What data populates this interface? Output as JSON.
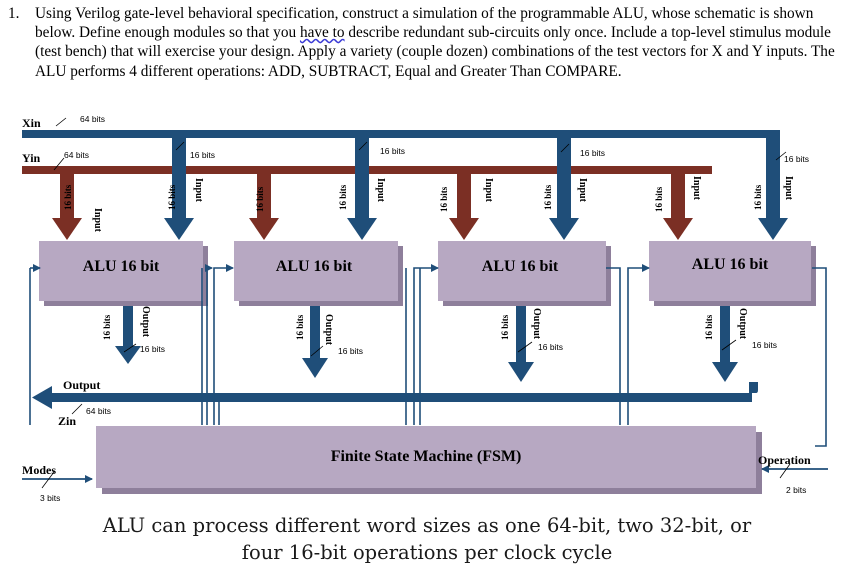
{
  "question": {
    "number": "1.",
    "text_before": "Using Verilog gate-level behavioral specification, construct a simulation of the programmable ALU, whose schematic is shown below. Define enough modules so that you ",
    "underlined": "have to",
    "text_after": " describe redundant sub-circuits only once. Include a top-level stimulus module (test bench) that will exercise your design. Apply a variety (couple dozen) combinations of the test vectors for X and Y inputs. The ALU performs 4 different operations: ADD, SUBTRACT, Equal and Greater Than COMPARE."
  },
  "diagram": {
    "bus_x": "Xin",
    "bus_x_width": "64 bits",
    "bus_y": "Yin",
    "bus_y_width": "64 bits",
    "tap_width": "16 bits",
    "input_label": "Input",
    "alu_label": "ALU 16 bit",
    "output_label": "Output",
    "output_width": "16 bits",
    "bus_output": "Output",
    "bus_zin": "Zin",
    "bus_zin_width": "64 bits",
    "fsm_label": "Finite State Machine (FSM)",
    "modes_label": "Modes",
    "modes_width": "3 bits",
    "operation_label": "Operation",
    "operation_width": "2 bits",
    "colors": {
      "x_bus": "#1f4e79",
      "y_bus": "#7b2f24",
      "block_fill": "#b7a8c2",
      "block_shadow": "#8e7f9b",
      "line": "#1f4e79"
    }
  },
  "caption": {
    "line1": "ALU can process different word sizes as one 64-bit, two 32-bit, or",
    "line2": "four 16-bit operations per clock cycle"
  }
}
